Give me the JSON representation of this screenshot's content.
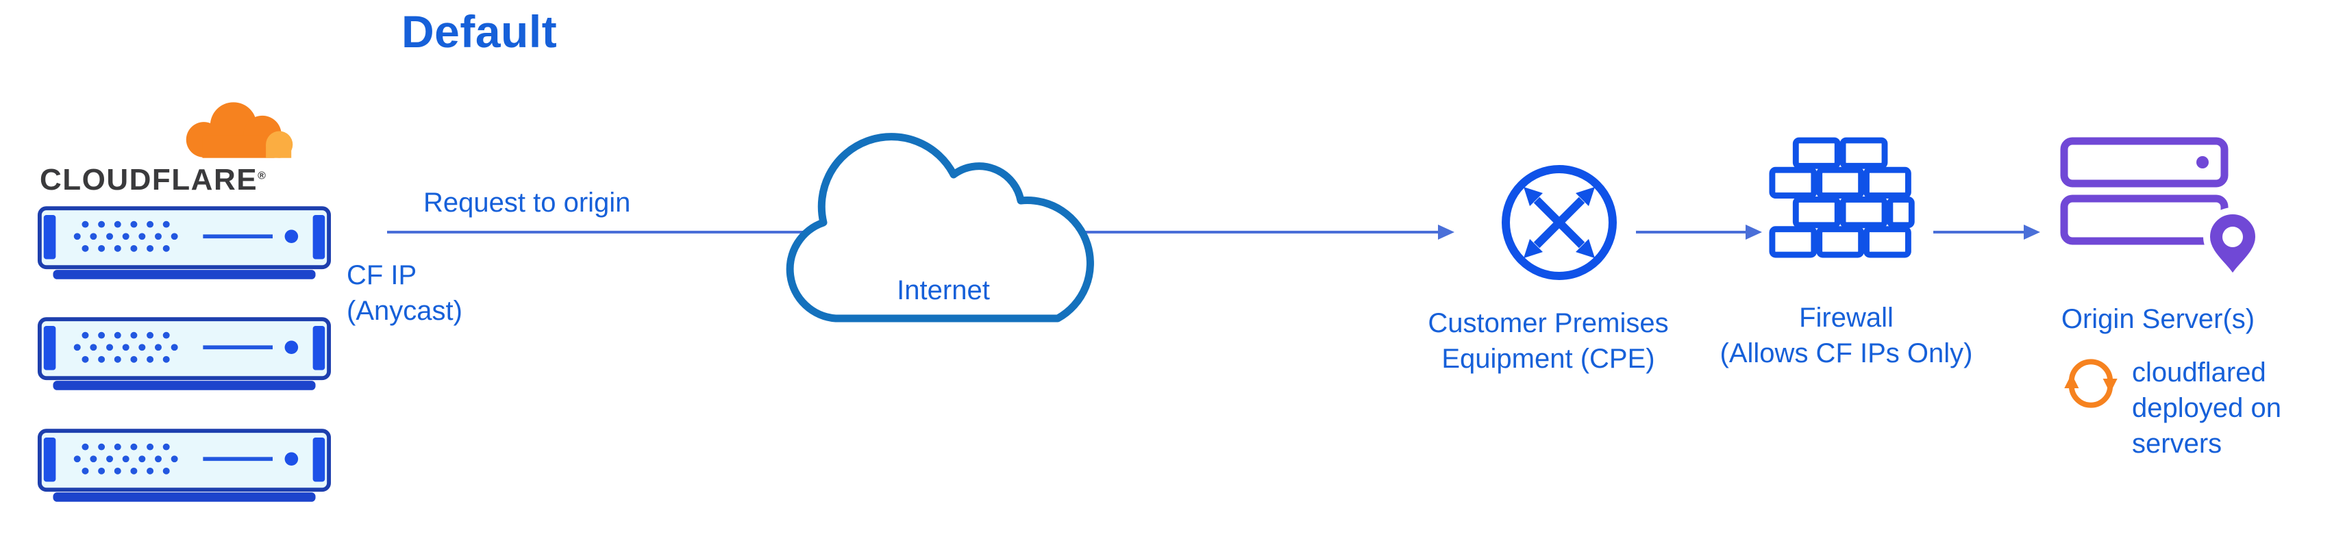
{
  "title": "Default",
  "colors": {
    "text_blue": "#1660D9",
    "arrow_blue": "#4A6FD8",
    "internet_cloud_stroke": "#1471BD",
    "icon_blue": "#0F52E8",
    "server_outline_navy": "#1D3FAE",
    "server_fill": "#E8F8FD",
    "origin_purple": "#7048D6",
    "cloudflare_orange": "#F6821F",
    "cloudflare_orange_light": "#FBAD41",
    "wordmark_black": "#3A3A3C"
  },
  "logo": {
    "wordmark": "CLOUDFLARE",
    "registered": "®"
  },
  "icons": {
    "cloudflare-cloud-icon": "orange-cloud",
    "edge-server-icon": "server-rack-unit",
    "internet-cloud-icon": "cloud-outline",
    "cpe-router-icon": "circle-with-crossing-arrows",
    "firewall-icon": "brick-wall",
    "origin-server-icon": "stacked-servers-with-location-pin",
    "cloudflared-sync-icon": "circular-refresh-arrows"
  },
  "flow": {
    "request_label": "Request to origin",
    "cf_ip_line1": "CF IP",
    "cf_ip_line2": "(Anycast)",
    "internet_label": "Internet",
    "cpe_line1": "Customer Premises",
    "cpe_line2": "Equipment (CPE)",
    "firewall_line1": "Firewall",
    "firewall_line2": "(Allows CF IPs Only)",
    "origin_label": "Origin Server(s)",
    "cloudflared_line1": "cloudflared",
    "cloudflared_line2": "deployed on",
    "cloudflared_line3": "servers"
  }
}
